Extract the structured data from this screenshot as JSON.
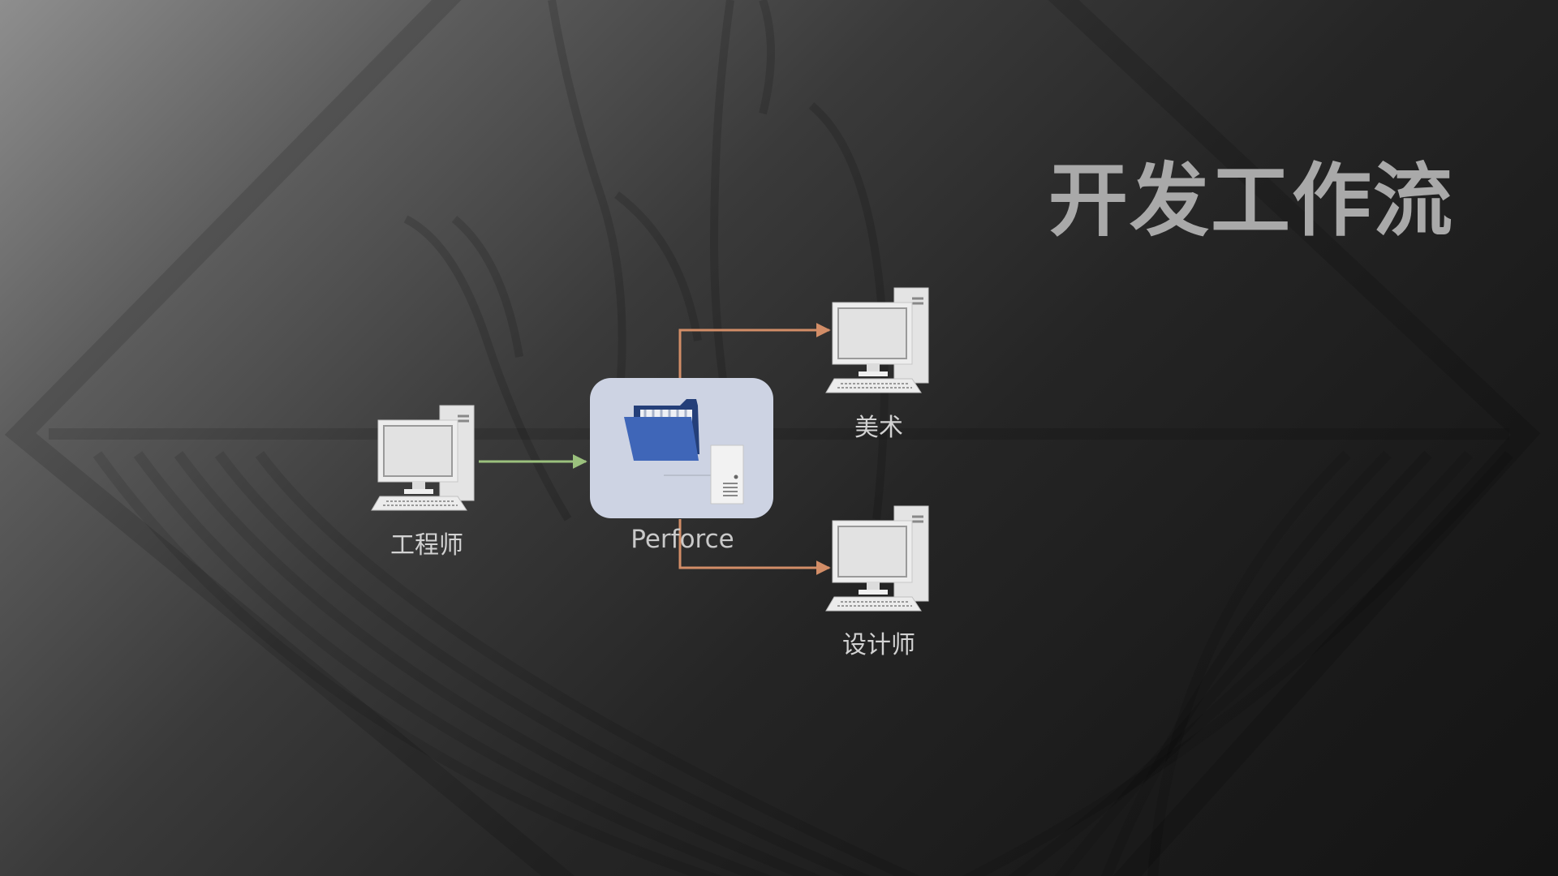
{
  "slide": {
    "title": "开发工作流"
  },
  "diagram": {
    "nodes": {
      "engineer": {
        "label": "工程师",
        "icon": "desktop-computer-icon"
      },
      "perforce": {
        "label": "Perforce",
        "icon": "folder-server-icon"
      },
      "art": {
        "label": "美术",
        "icon": "desktop-computer-icon"
      },
      "designer": {
        "label": "设计师",
        "icon": "desktop-computer-icon"
      }
    },
    "edges": [
      {
        "from": "engineer",
        "to": "perforce",
        "color": "#9bc17d"
      },
      {
        "from": "perforce",
        "to": "art",
        "color": "#d28d67"
      },
      {
        "from": "perforce",
        "to": "designer",
        "color": "#d28d67"
      }
    ]
  },
  "colors": {
    "perforce_box_fill": "#cdd3e3",
    "folder_blue": "#3f66b8",
    "computer_body": "#e6e6e6",
    "title_text": "#a9a9a9"
  }
}
